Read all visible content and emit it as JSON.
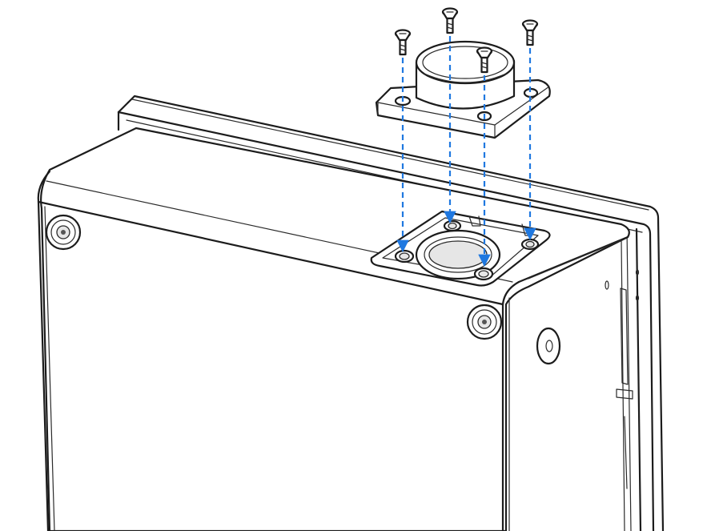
{
  "colors": {
    "arrow": "#1f78e0",
    "line": "#1c1c1c",
    "background": "#ffffff"
  },
  "screws": [
    {
      "name": "screw-left"
    },
    {
      "name": "screw-center"
    },
    {
      "name": "screw-right"
    },
    {
      "name": "screw-inner"
    }
  ]
}
